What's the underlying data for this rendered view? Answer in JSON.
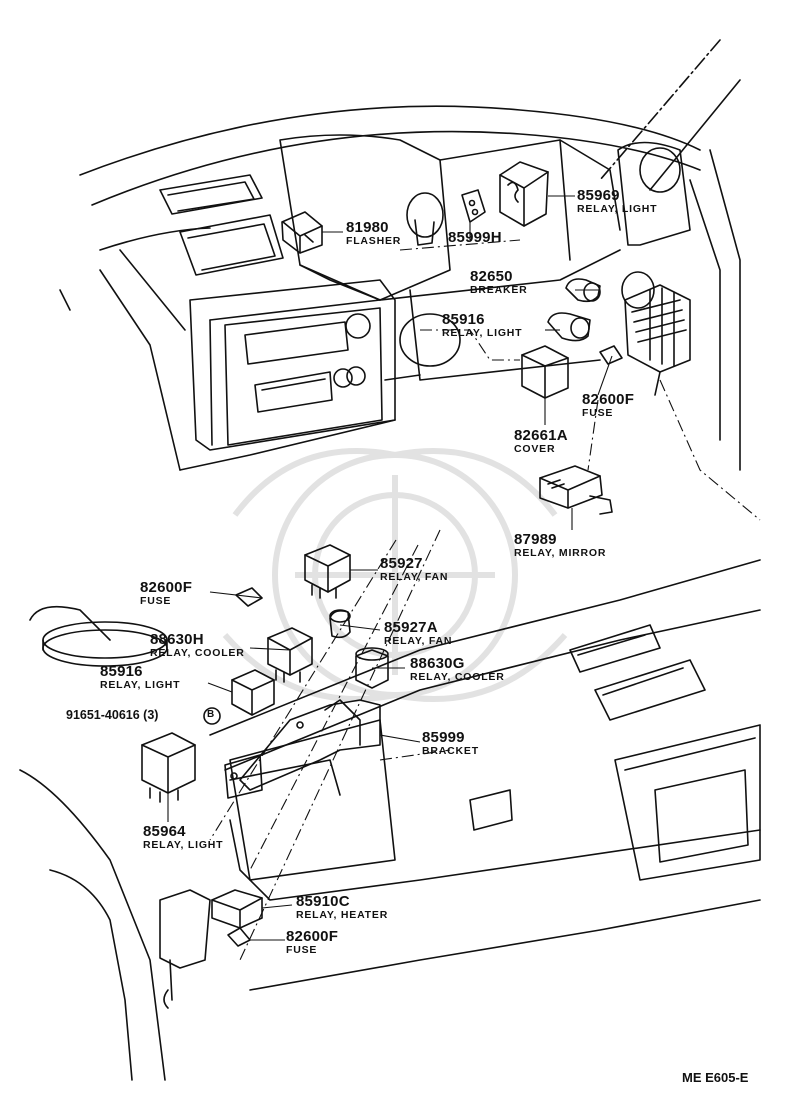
{
  "labels": {
    "l81980": {
      "num": "81980",
      "name": "FLASHER"
    },
    "l85999H": {
      "num": "85999H",
      "name": ""
    },
    "l85969": {
      "num": "85969",
      "name": "RELAY, LIGHT"
    },
    "l82650": {
      "num": "82650",
      "name": "BREAKER"
    },
    "l85916top": {
      "num": "85916",
      "name": "RELAY, LIGHT"
    },
    "l82600Ftop": {
      "num": "82600F",
      "name": "FUSE"
    },
    "l82661A": {
      "num": "82661A",
      "name": "COVER"
    },
    "l87989": {
      "num": "87989",
      "name": "RELAY, MIRROR"
    },
    "l85927": {
      "num": "85927",
      "name": "RELAY, FAN"
    },
    "l82600Fmid": {
      "num": "82600F",
      "name": "FUSE"
    },
    "l88630H": {
      "num": "88630H",
      "name": "RELAY, COOLER"
    },
    "l85927A": {
      "num": "85927A",
      "name": "RELAY, FAN"
    },
    "l85916mid": {
      "num": "85916",
      "name": "RELAY, LIGHT"
    },
    "l88630G": {
      "num": "88630G",
      "name": "RELAY, COOLER"
    },
    "l85999": {
      "num": "85999",
      "name": "BRACKET"
    },
    "l85964": {
      "num": "85964",
      "name": "RELAY, LIGHT"
    },
    "l85910C": {
      "num": "85910C",
      "name": "RELAY, HEATER"
    },
    "l82600Fbot": {
      "num": "82600F",
      "name": "FUSE"
    }
  },
  "bolt": {
    "num": "91651-40616",
    "qty": "(3)",
    "marker": "B"
  },
  "ref_code": "ME  E605-E"
}
